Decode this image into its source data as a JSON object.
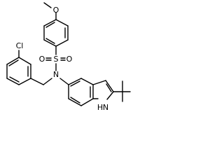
{
  "atoms": {
    "methoxy_o": "O",
    "sulfonyl_o_left": "O",
    "sulfur": "S",
    "sulfonyl_o_right": "O",
    "chlorine": "Cl",
    "amine_n": "N",
    "indole_nh_h": "H",
    "indole_nh_n": "N"
  },
  "colors": {
    "bond": "#000000",
    "label": "#000000",
    "background": "#ffffff"
  }
}
